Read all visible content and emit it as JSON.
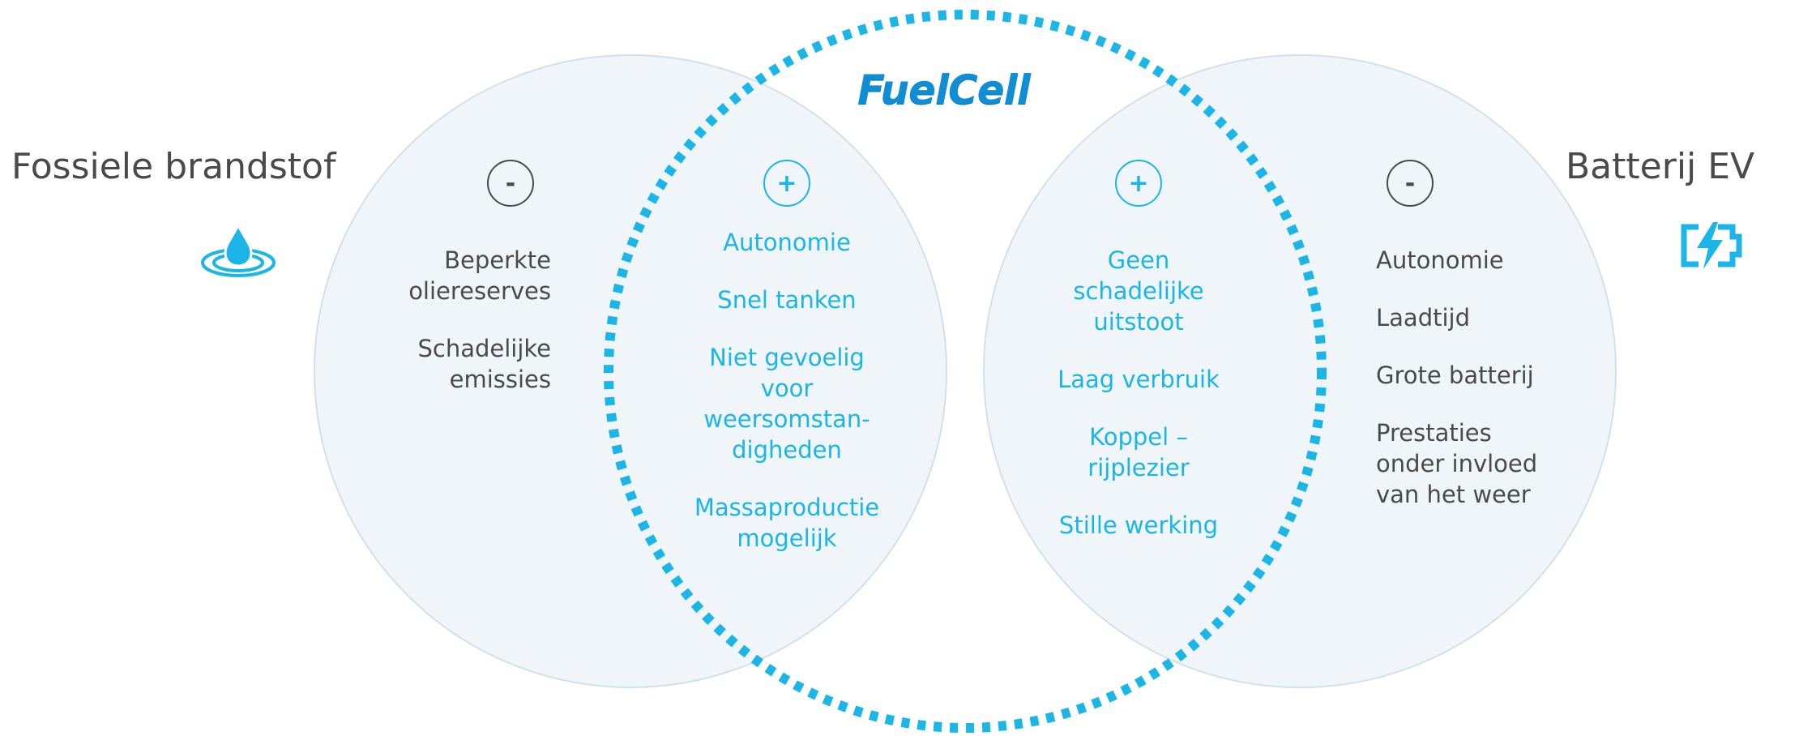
{
  "logo": {
    "text": "FuelCell"
  },
  "left": {
    "title": "Fossiele brandstof",
    "icon": "oil-drop-icon",
    "sign": "-",
    "items": [
      "Beperkte\nolie­reserves",
      "Schadelijke\nemissies"
    ]
  },
  "fuelcell_left": {
    "sign": "+",
    "items": [
      "Autonomie",
      "Snel tanken",
      "Niet gevoelig\nvoor\nweersomstan-\ndigheden",
      "Massaproductie\nmogelijk"
    ]
  },
  "fuelcell_right": {
    "sign": "+",
    "items": [
      "Geen\nschadelijke\nuitstoot",
      "Laag verbruik",
      "Koppel –\nrijplezier",
      "Stille werking"
    ]
  },
  "right": {
    "title": "Batterij EV",
    "icon": "battery-charging-icon",
    "sign": "-",
    "items": [
      "Autonomie",
      "Laadtijd",
      "Grote batterij",
      "Prestaties\nonder invloed\nvan het weer"
    ]
  },
  "colors": {
    "accent": "#1bb5e8",
    "dark_text": "#4a4a4a",
    "circle_fill": "#e9f2f6",
    "circle_stroke": "#d2e1e8"
  }
}
